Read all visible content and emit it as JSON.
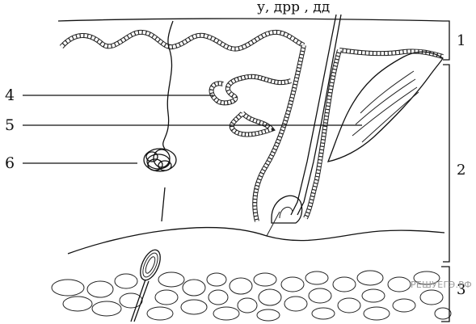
{
  "header_fragment": "у, дрр , дд",
  "labels": {
    "l4": "4",
    "l5": "5",
    "l6": "6",
    "layer1": "1",
    "layer2": "2",
    "layer3": "3"
  },
  "watermark": "РЕШУЕГЭ.РФ"
}
